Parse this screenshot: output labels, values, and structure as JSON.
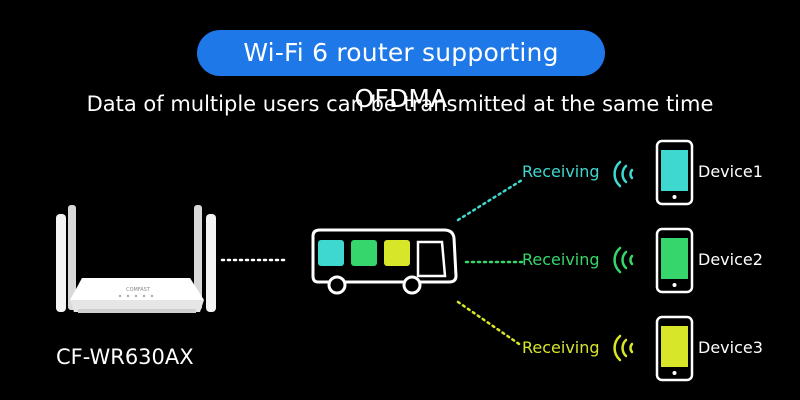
{
  "header": {
    "title": "Wi-Fi 6 router supporting OFDMA",
    "subtitle": "Data of multiple users can be transmitted at the same time"
  },
  "router": {
    "model": "CF-WR630AX",
    "brand_mark": "COMFAST"
  },
  "devices": [
    {
      "status": "Receiving",
      "label": "Device1",
      "color": "#3fd8d0"
    },
    {
      "status": "Receiving",
      "label": "Device2",
      "color": "#36d66c"
    },
    {
      "status": "Receiving",
      "label": "Device3",
      "color": "#d8e62a"
    }
  ],
  "colors": {
    "pill": "#1e78e8",
    "background": "#000000"
  }
}
